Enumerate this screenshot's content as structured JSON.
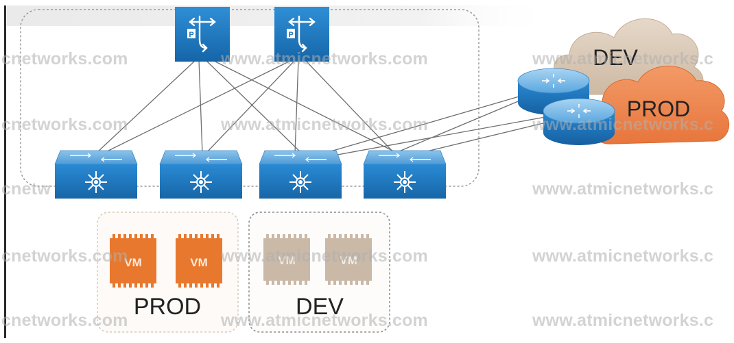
{
  "colors": {
    "switch_blue": "#1f78c0",
    "switch_top": "#6fb0e2",
    "prod_orange": "#e8782d",
    "dev_beige": "#c9b9a6",
    "prod_cloud": "#ee8a56",
    "dev_cloud": "#d7c6b3"
  },
  "icons": {
    "spine": "spine-switch-icon",
    "leaf": "leaf-switch-icon",
    "router": "router-icon",
    "cloud": "cloud-icon",
    "vm": "vm-chip-icon"
  },
  "clouds": {
    "dev_label": "DEV",
    "prod_label": "PROD"
  },
  "vm_groups": {
    "prod": {
      "label": "PROD",
      "vm1": "VM",
      "vm2": "VM"
    },
    "dev": {
      "label": "DEV",
      "vm1": "VM",
      "vm2": "VM"
    }
  },
  "watermark": {
    "full": "www.atmicnetworks.com",
    "partial_left": "cnetworks.com",
    "partial_left_short": "cnetw",
    "partial_right": "www.atmicnetworks.c",
    "partial_mid": "www.atmicnetworks.com"
  }
}
